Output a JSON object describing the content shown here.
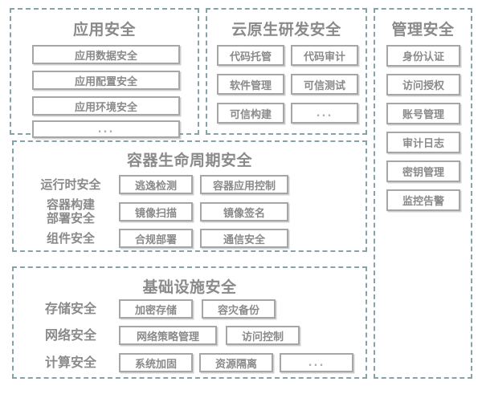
{
  "diagram": {
    "title_color": "#8a8a8a",
    "border_color": "#86a3a8",
    "box_border_color": "#a6a6a6",
    "background": "#ffffff"
  },
  "groups": {
    "application_security": {
      "title": "应用安全",
      "items": [
        {
          "label": "应用数据安全"
        },
        {
          "label": "应用配置安全"
        },
        {
          "label": "应用环境安全"
        },
        {
          "label": "..."
        }
      ]
    },
    "cloud_native_dev_security": {
      "title": "云原生研发安全",
      "items": [
        {
          "label": "代码托管"
        },
        {
          "label": "代码审计"
        },
        {
          "label": "软件管理"
        },
        {
          "label": "可信测试"
        },
        {
          "label": "可信构建"
        },
        {
          "label": "..."
        }
      ]
    },
    "management_security": {
      "title": "管理安全",
      "items": [
        {
          "label": "身份认证"
        },
        {
          "label": "访问授权"
        },
        {
          "label": "账号管理"
        },
        {
          "label": "审计日志"
        },
        {
          "label": "密钥管理"
        },
        {
          "label": "监控告警"
        }
      ]
    },
    "container_lifecycle_security": {
      "title": "容器生命周期安全",
      "rows": [
        {
          "label": "运行时安全",
          "items": [
            {
              "label": "逃逸检测"
            },
            {
              "label": "容器应用控制"
            }
          ]
        },
        {
          "label": "容器构建\n部署安全",
          "items": [
            {
              "label": "镜像扫描"
            },
            {
              "label": "镜像签名"
            }
          ]
        },
        {
          "label": "组件安全",
          "items": [
            {
              "label": "合规部署"
            },
            {
              "label": "通信安全"
            }
          ]
        }
      ]
    },
    "infrastructure_security": {
      "title": "基础设施安全",
      "rows": [
        {
          "label": "存储安全",
          "items": [
            {
              "label": "加密存储"
            },
            {
              "label": "容灾备份"
            }
          ]
        },
        {
          "label": "网络安全",
          "items": [
            {
              "label": "网络策略管理"
            },
            {
              "label": "访问控制"
            }
          ]
        },
        {
          "label": "计算安全",
          "items": [
            {
              "label": "系统加固"
            },
            {
              "label": "资源隔离"
            },
            {
              "label": "..."
            }
          ]
        }
      ]
    }
  }
}
